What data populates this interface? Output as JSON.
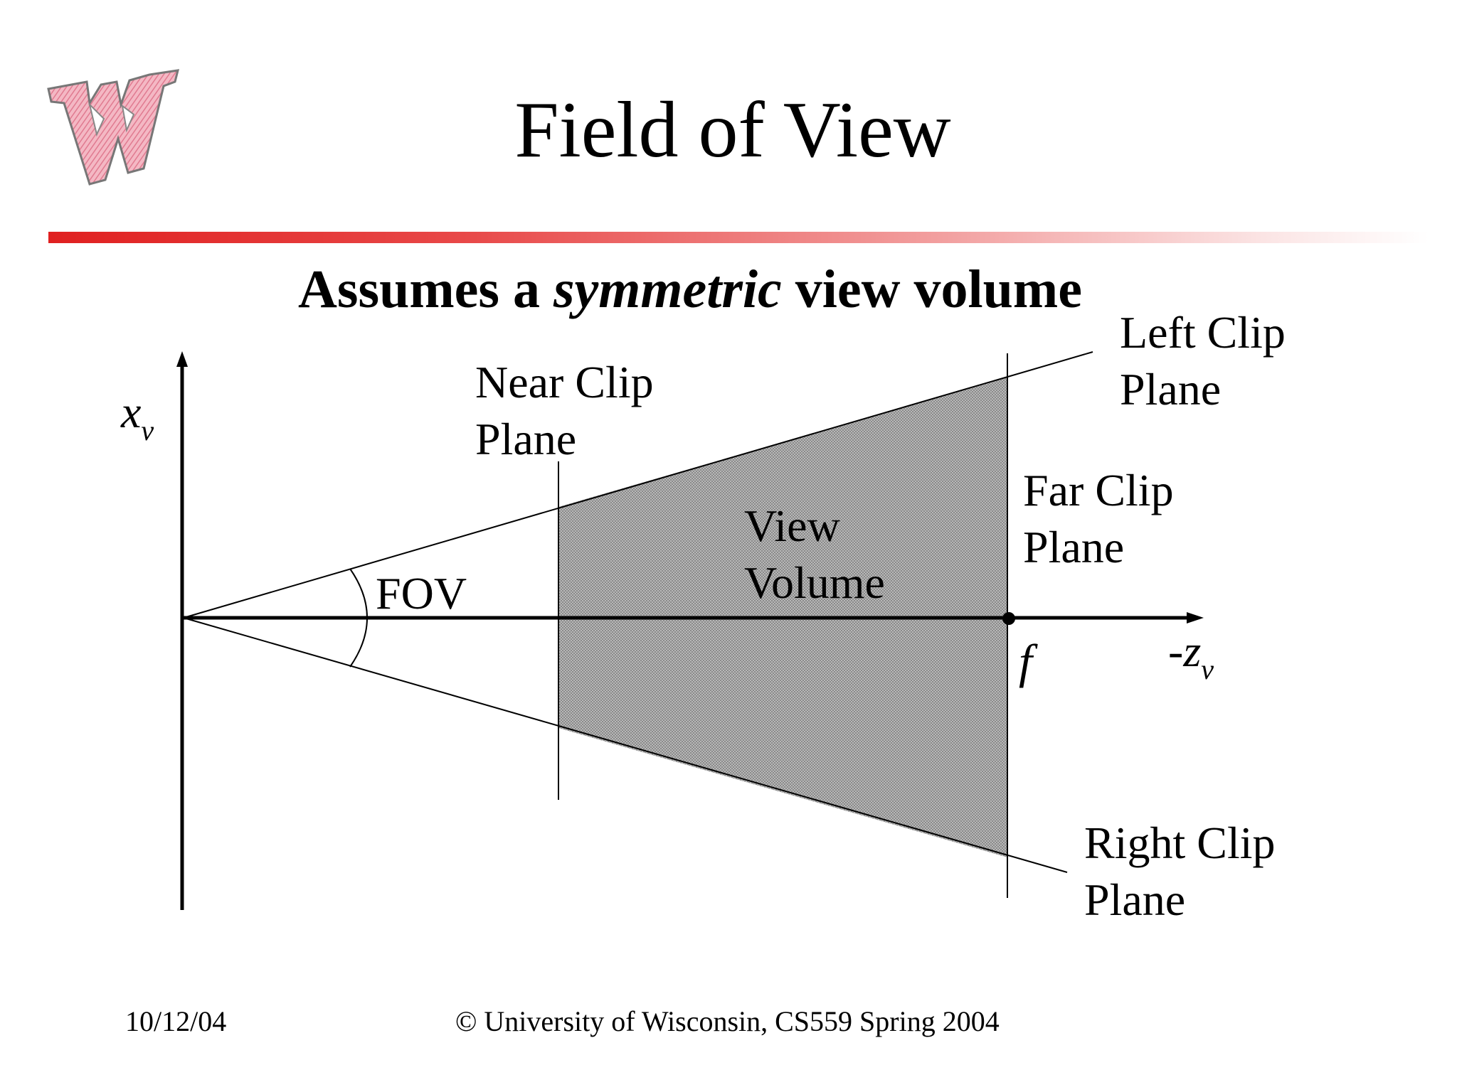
{
  "slide": {
    "title": "Field of View",
    "subtitle_pre": "Assumes a ",
    "subtitle_em": "symmetric",
    "subtitle_post": " view volume",
    "logo_icon": "wisconsin-w-logo-icon",
    "rule_color_start": "#e02020",
    "rule_color_end": "#ffffff"
  },
  "diagram": {
    "near_clip_line1": "Near Clip",
    "near_clip_line2": "Plane",
    "left_clip_line1": "Left Clip",
    "left_clip_line2": "Plane",
    "far_clip_line1": "Far Clip",
    "far_clip_line2": "Plane",
    "right_clip_line1": "Right Clip",
    "right_clip_line2": "Plane",
    "view_volume_line1": "View",
    "view_volume_line2": "Volume",
    "fov_label": "FOV",
    "x_axis_main": "x",
    "x_axis_sub": "v",
    "z_axis_main": "-z",
    "z_axis_sub": "v",
    "focal_label": "f",
    "shade_color": "#9a9a9a"
  },
  "footer": {
    "date": "10/12/04",
    "copyright": "© University of Wisconsin, CS559 Spring 2004"
  }
}
